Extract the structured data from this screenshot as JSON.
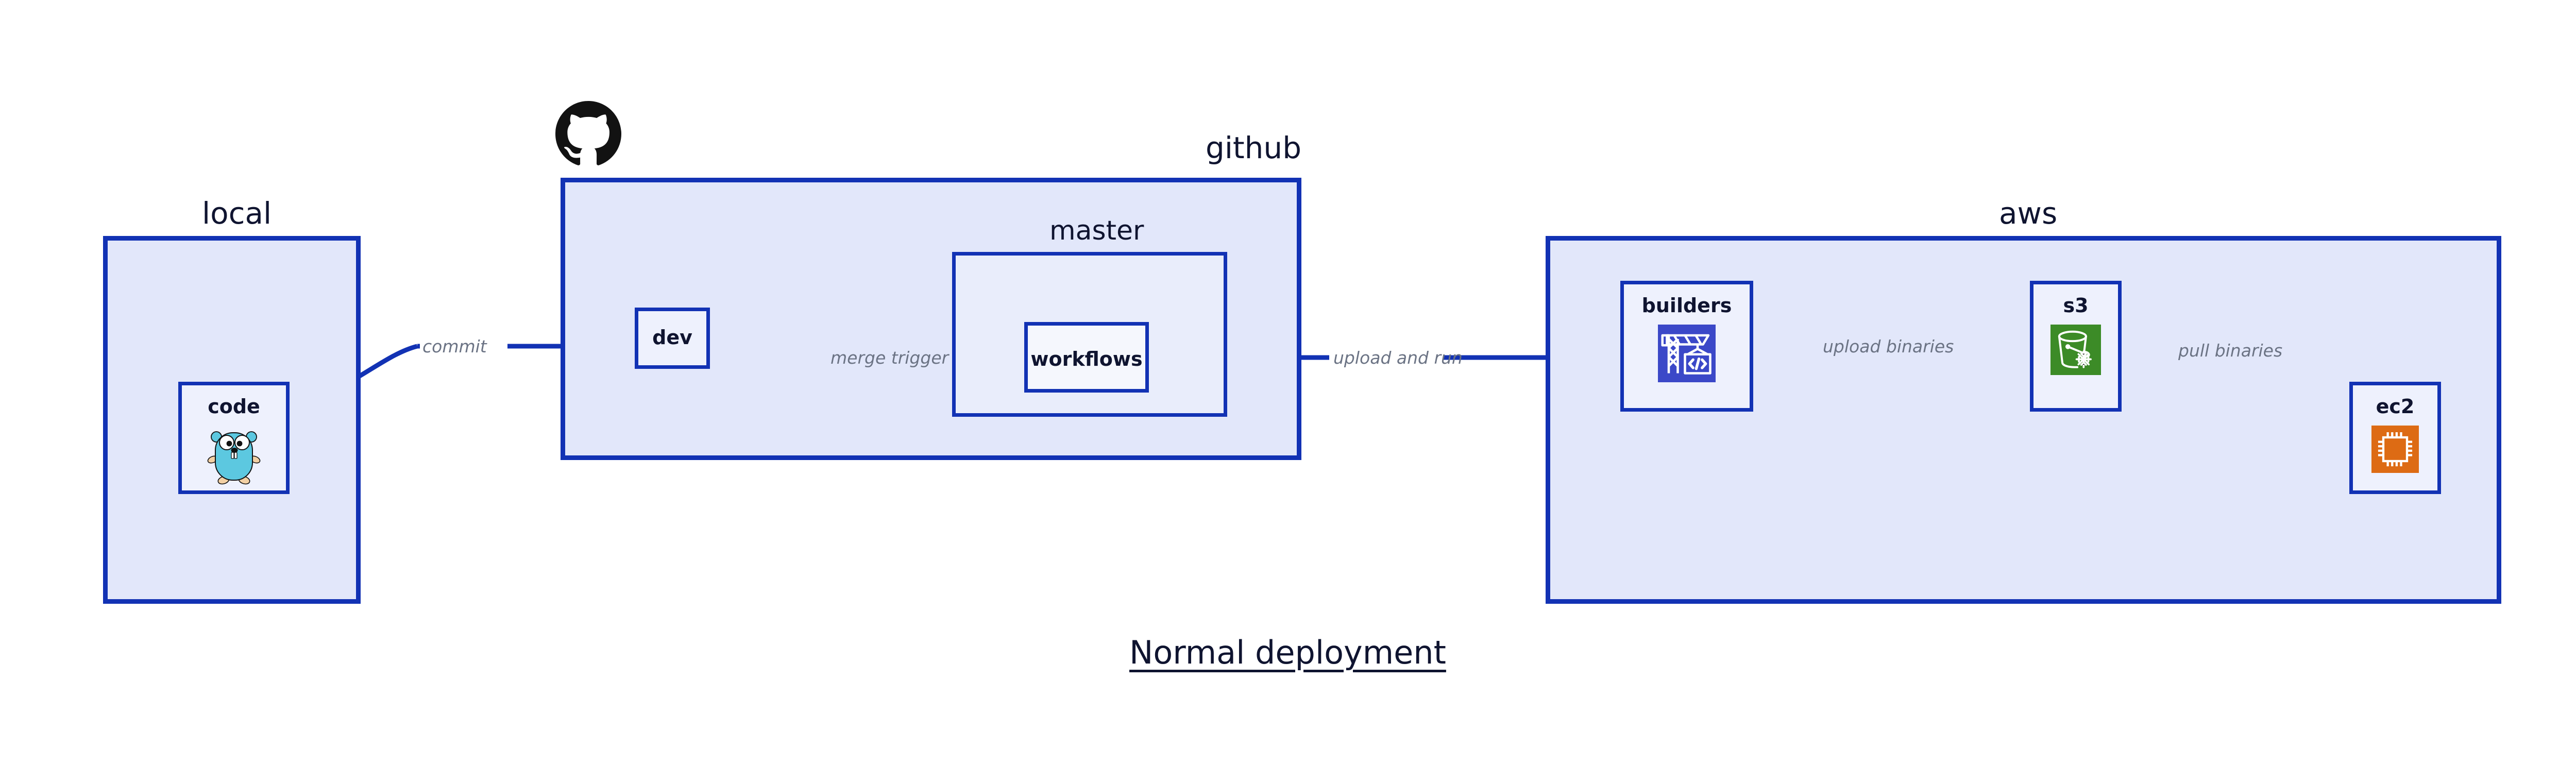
{
  "diagram": {
    "title": "Normal deployment",
    "background_color": "#ffffff",
    "accent_color": "#1232b4",
    "zone_fill": "#e2e7fa",
    "node_fill": "#eef1fd",
    "label_color": "#0f1430",
    "edge_label_color": "#6b7384"
  },
  "zones": [
    {
      "id": "local",
      "label": "local"
    },
    {
      "id": "github",
      "label": "github"
    },
    {
      "id": "aws",
      "label": "aws"
    }
  ],
  "subgroups": [
    {
      "id": "master",
      "label": "master",
      "parent": "github"
    }
  ],
  "nodes": [
    {
      "id": "code",
      "label": "code",
      "zone": "local",
      "icon": "go-gopher-icon",
      "icon_color": "#5cc8e0"
    },
    {
      "id": "dev",
      "label": "dev",
      "zone": "github",
      "icon": "none",
      "icon_color": ""
    },
    {
      "id": "workflows",
      "label": "workflows",
      "zone": "master",
      "icon": "none",
      "icon_color": ""
    },
    {
      "id": "builders",
      "label": "builders",
      "zone": "aws",
      "icon": "crane-code-icon",
      "icon_color": "#3b48c8"
    },
    {
      "id": "s3",
      "label": "s3",
      "zone": "aws",
      "icon": "s3-bucket-icon",
      "icon_color": "#3c8b27"
    },
    {
      "id": "ec2",
      "label": "ec2",
      "zone": "aws",
      "icon": "cpu-chip-icon",
      "icon_color": "#dd6b14"
    }
  ],
  "edges": [
    {
      "id": "commit",
      "from": "code",
      "to": "dev",
      "label": "commit"
    },
    {
      "id": "merge-trigger",
      "from": "dev",
      "to": "workflows",
      "label": "merge trigger"
    },
    {
      "id": "upload-and-run",
      "from": "workflows",
      "to": "builders",
      "label": "upload and run"
    },
    {
      "id": "upload-binaries",
      "from": "builders",
      "to": "s3",
      "label": "upload binaries"
    },
    {
      "id": "pull-binaries",
      "from": "s3",
      "to": "ec2",
      "label": "pull binaries"
    }
  ],
  "logos": [
    {
      "id": "github-logo",
      "name": "github-octocat-logo",
      "color": "#121212"
    }
  ]
}
